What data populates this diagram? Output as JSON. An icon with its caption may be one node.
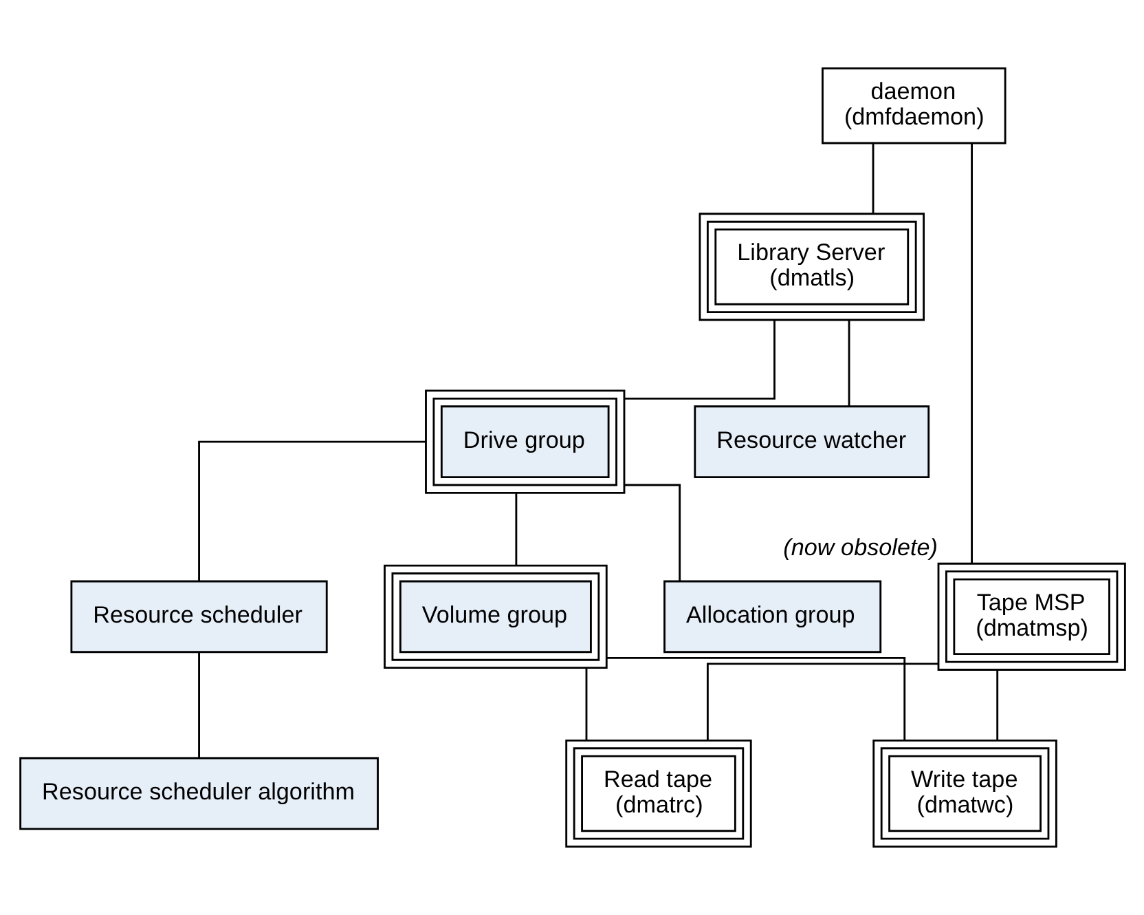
{
  "diagram": {
    "nodes": [
      {
        "text": [
          "daemon",
          "(dmfdaemon)"
        ]
      },
      {
        "text": [
          "Library Server",
          "(dmatls)"
        ]
      },
      {
        "text": [
          "Tape MSP",
          "(dmatmsp)"
        ],
        "beside": [
          "(now obsolete)"
        ]
      },
      {
        "text": [
          "Drive group"
        ]
      },
      {
        "text": [
          "Resource watcher"
        ]
      },
      {
        "text": [
          "Resource scheduler"
        ]
      },
      {
        "text": [
          "Volume group"
        ]
      },
      {
        "text": [
          "Allocation group"
        ]
      },
      {
        "text": [
          "Resource scheduler algorithm"
        ]
      },
      {
        "text": [
          "Read tape",
          "(dmatrc)"
        ]
      },
      {
        "text": [
          "Write tape",
          "(dmatwc)"
        ]
      }
    ],
    "edges": [
      {
        "from": 0,
        "to": 1,
        "arrow": "none"
      },
      {
        "from": 0,
        "to": 2,
        "arrow": "none"
      },
      {
        "from": 1,
        "to": 3,
        "arrow": "none"
      },
      {
        "from": 1,
        "to": 4,
        "arrow": "none"
      },
      {
        "from": 3,
        "to": 5,
        "arrow": "none"
      },
      {
        "from": 3,
        "to": 6,
        "arrow": "none"
      },
      {
        "from": 3,
        "to": 7,
        "arrow": "none"
      },
      {
        "from": 5,
        "to": 8,
        "arrow": "none"
      },
      {
        "from": 6,
        "to": 9,
        "arrow": "none"
      },
      {
        "from": 6,
        "to": 10,
        "arrow": "none"
      },
      {
        "from": 2,
        "to": 9,
        "arrow": "none"
      },
      {
        "from": 2,
        "to": 10,
        "arrow": "none"
      }
    ]
  }
}
